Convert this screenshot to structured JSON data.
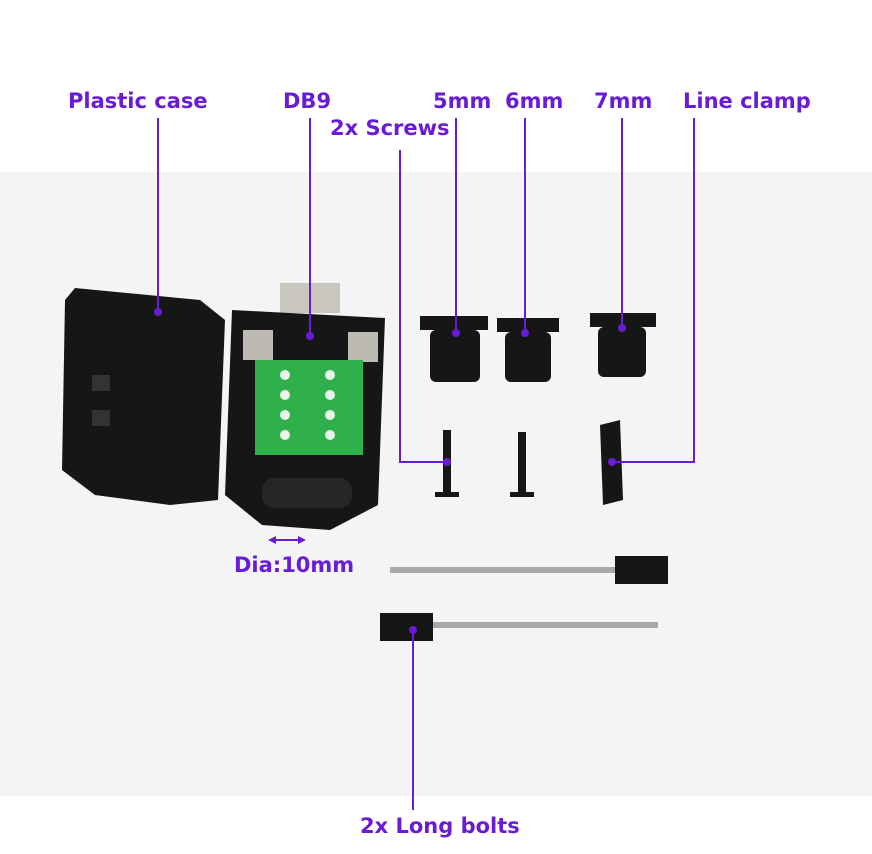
{
  "labels": {
    "plastic_case": "Plastic case",
    "db9": "DB9",
    "screws": "2x Screws",
    "mm5": "5mm",
    "mm6": "6mm",
    "mm7": "7mm",
    "line_clamp": "Line clamp",
    "dia": "Dia:10mm",
    "long_bolts": "2x Long bolts"
  },
  "colors": {
    "annotation": "#6a1bd6",
    "background": "#f3f5f4",
    "parts": "#151515",
    "pcb": "#2fb04a"
  }
}
